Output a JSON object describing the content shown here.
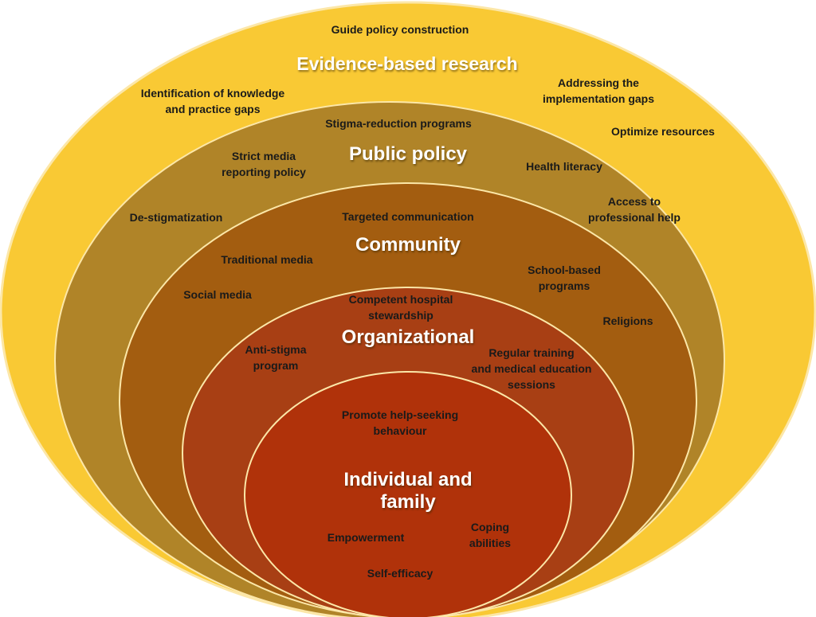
{
  "colors": {
    "evidence_fill": "#F9C934",
    "policy_fill": "#B08428",
    "community_fill": "#A35D10",
    "organizational_fill": "#A83F14",
    "individual_fill": "#B0320A",
    "ring_stroke": "#FCE7A8"
  },
  "layers": {
    "evidence": {
      "title": "Evidence-based research",
      "items": [
        "Guide policy construction",
        "Identification of knowledge\nand practice gaps",
        "Addressing the\nimplementation gaps",
        "Optimize resources"
      ]
    },
    "policy": {
      "title": "Public policy",
      "items": [
        "Stigma-reduction programs",
        "Strict media\nreporting policy",
        "Health literacy",
        "De-stigmatization",
        "Access to\nprofessional help"
      ]
    },
    "community": {
      "title": "Community",
      "items": [
        "Targeted communication",
        "Traditional media",
        "School-based\nprograms",
        "Social media",
        "Religions"
      ]
    },
    "organizational": {
      "title": "Organizational",
      "items": [
        "Competent hospital\nstewardship",
        "Anti-stigma\nprogram",
        "Regular training\nand medical education\nsessions"
      ]
    },
    "individual": {
      "title": "Individual and\nfamily",
      "items": [
        "Promote help-seeking\nbehaviour",
        "Empowerment",
        "Coping\nabilities",
        "Self-efficacy"
      ]
    }
  }
}
